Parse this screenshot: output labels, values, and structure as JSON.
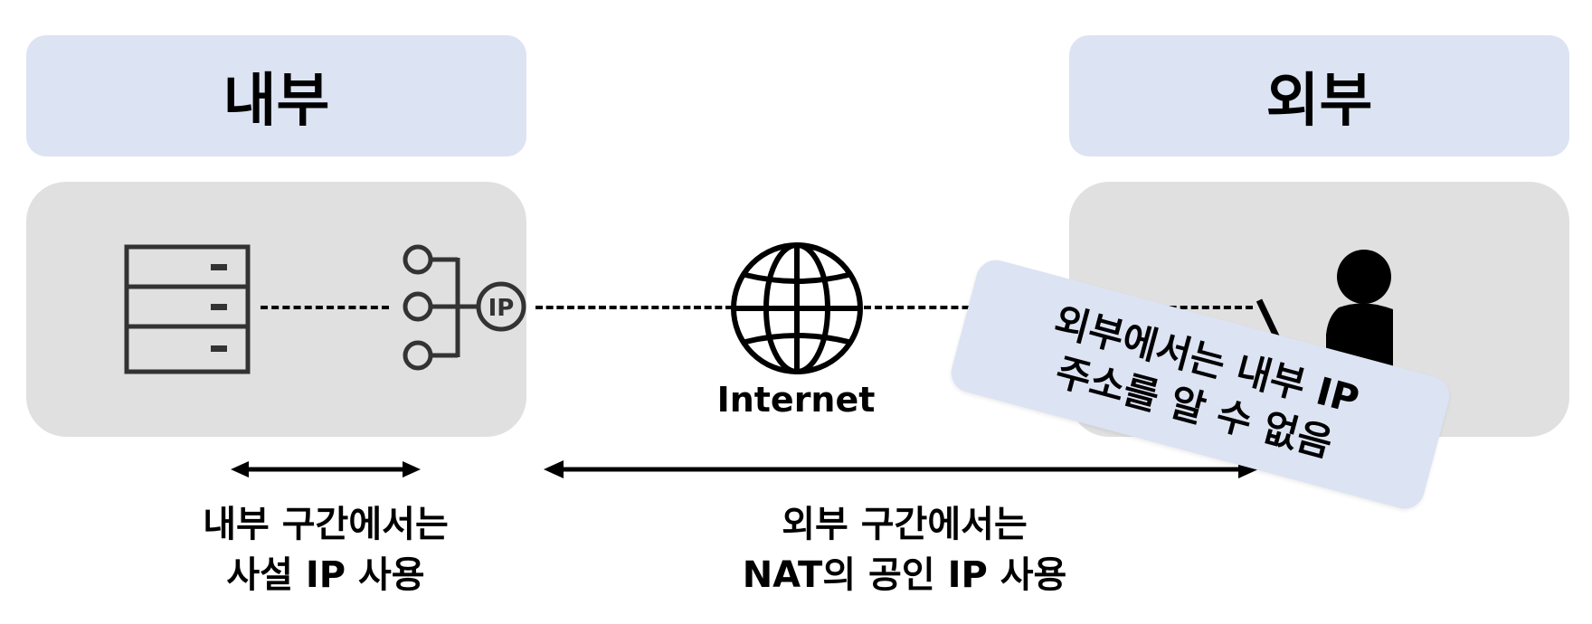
{
  "headers": {
    "left": "내부",
    "right": "외부"
  },
  "icons": {
    "server": "server-icon",
    "network": "network-ip-icon",
    "ip_badge": "IP",
    "globe": "globe-icon",
    "user": "user-laptop-icon"
  },
  "internet_label": "Internet",
  "captions": {
    "left": [
      "내부 구간에서는",
      "사설 IP 사용"
    ],
    "right": [
      "외부 구간에서는",
      "NAT의 공인 IP 사용"
    ]
  },
  "note": [
    "외부에서는 내부 IP",
    "주소를 알 수 없음"
  ],
  "colors": {
    "header_bg": "#dce3f2",
    "zone_bg": "#e0e0e0",
    "note_bg": "#dce3f2",
    "icon_gray": "#333333"
  }
}
